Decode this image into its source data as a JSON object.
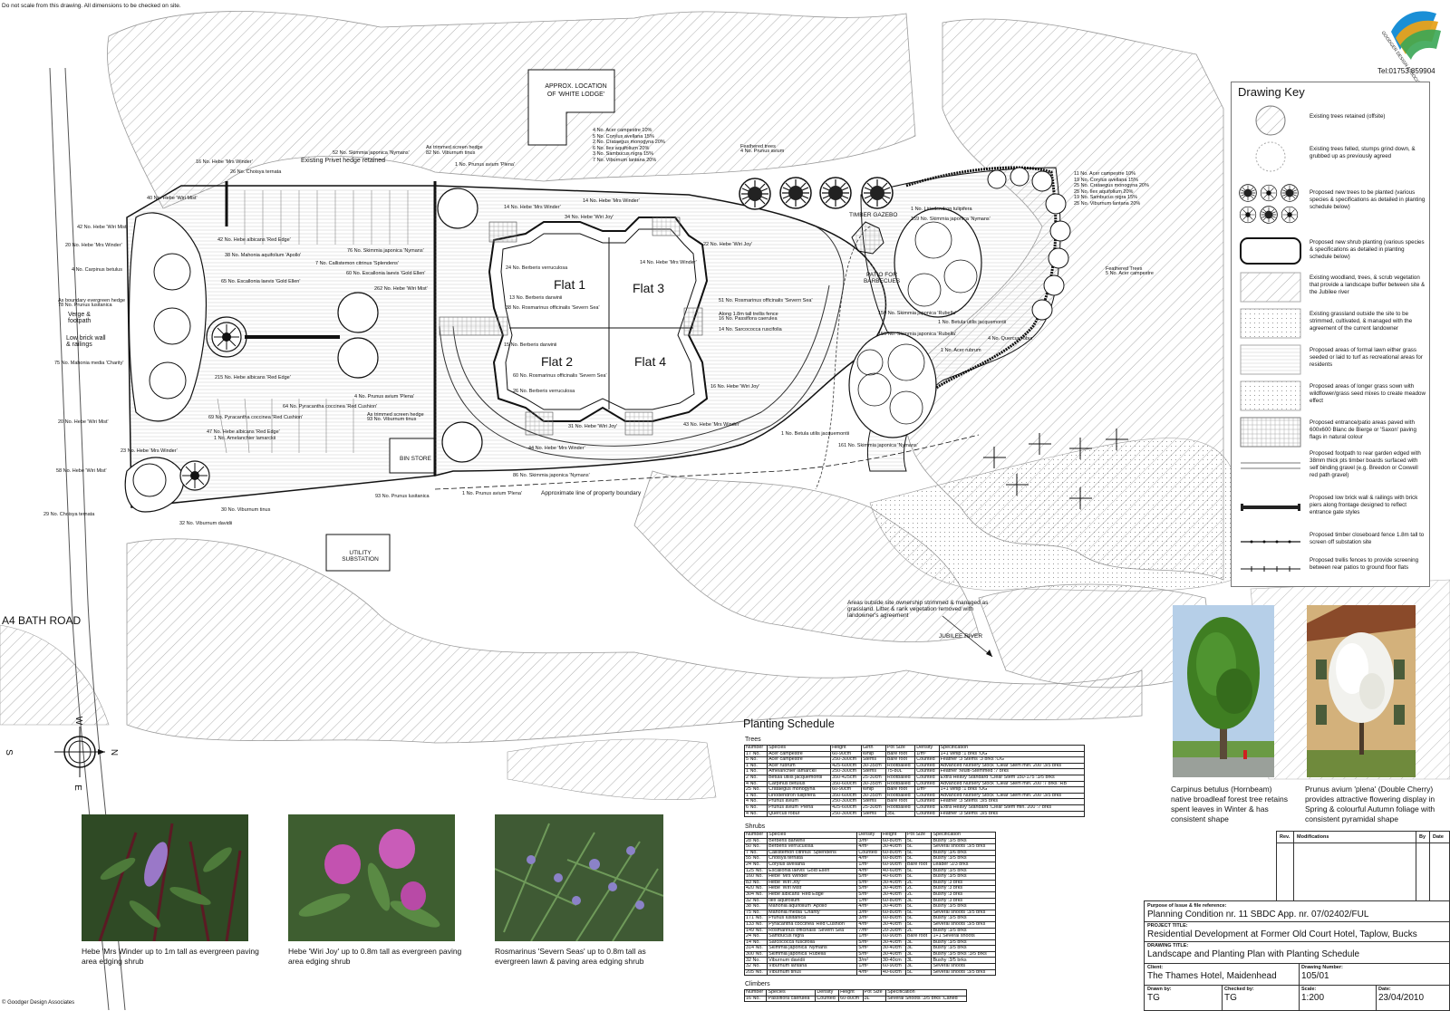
{
  "header": {
    "disclaimer": "Do not scale from this drawing. All dimensions to be checked on site.",
    "phone": "Tel:01753 859904",
    "logo_text": "GOODGER DESIGN ASSOCIATES",
    "copyright": "© Goodger Design Associates"
  },
  "plan": {
    "road": "A4 BATH ROAD",
    "white_lodge": "APPROX. LOCATION OF 'WHITE LODGE'",
    "privet": "Existing Privet hedge retained",
    "gazebo": "TIMBER GAZEBO",
    "patio": "PATIO FOR BARBECUES",
    "flat1": "Flat 1",
    "flat2": "Flat 2",
    "flat3": "Flat 3",
    "flat4": "Flat 4",
    "bin_store": "BIN STORE",
    "utility": "UTILITY SUBSTATION",
    "boundary": "Approximate line of property boundary",
    "verge": "Verge & footpath",
    "low_wall": "Low brick wall & railings",
    "areas_outside": "Areas outside site ownership strimmed & managed as grassland. Litter & rank vegetation removed with landowner's agreement",
    "jubilee": "JUBILEE RIVER",
    "labels": [
      "16 No. Hebe 'Mrs Winder'",
      "26 No. Choisya ternata",
      "52 No. Skimmia japonica 'Nymans'",
      "As trimmed screen hedge",
      "82 No. Viburnum tinus",
      "1 No. Prunus avium 'Plena'",
      "40 No. Hebe 'Wiri Mist'",
      "42 No. Hebe 'Wiri Mist'",
      "20 No. Hebe 'Mrs Winder'",
      "4 No. Carpinus betulus",
      "As boundary evergreen hedge",
      "78 No. Prunus lusitanica",
      "75 No. Mahonia media 'Charity'",
      "20 No. Hebe 'Wiri Mist'",
      "23 No. Hebe 'Mrs Winder'",
      "58 No. Hebe 'Wiri Mist'",
      "29 No. Choisya ternata",
      "32 No. Viburnum davidii",
      "30 No. Viburnum tinus",
      "93 No. Prunus lusitanica",
      "42 No. Hebe albicans 'Red Edge'",
      "38 No. Mahonia aquifolium 'Apollo'",
      "65 No. Escallonia laevis 'Gold Ellen'",
      "7 No. Callistemon citrinus 'Splendens'",
      "60 No. Escallonia laevis 'Gold Ellen'",
      "76 No. Skimmia japonica 'Nymans'",
      "262 No. Hebe 'Wiri Mist'",
      "215 No. Hebe albicans 'Red Edge'",
      "4 No. Prunus avium 'Plena'",
      "64 No. Pyracantha coccinea 'Red Cushion'",
      "69 No. Pyracantha coccinea 'Red Cushion'",
      "47 No. Hebe albicans 'Red Edge'",
      "1 No. Amelanchier lamarckii",
      "As trimmed screen hedge",
      "93 No. Viburnum tinus",
      "14 No. Hebe 'Mrs Winder'",
      "34 No. Hebe 'Wiri Joy'",
      "14 No. Hebe 'Mrs Winder'",
      "14 No. Hebe 'Mrs Winder'",
      "24 No. Berberis verruculosa",
      "13 No. Berberis darwinii",
      "38 No. Rosmarinus officinalis 'Severn Sea'",
      "22 No. Hebe 'Wiri Joy'",
      "51 No. Rosmarinus officinalis 'Severn Sea'",
      "Along 1.8m tall trellis fence",
      "16 No. Passiflora caerulea",
      "14 No. Sarcococca ruscifolia",
      "15 No. Berberis darwinii",
      "60 No. Rosmarinus officinalis 'Severn Sea'",
      "26 No. Berberis verruculosa",
      "16 No. Hebe 'Wiri Joy'",
      "31 No. Hebe 'Wiri Joy'",
      "43 No. Hebe 'Mrs Winder'",
      "44 No. Hebe 'Mrs Winder'",
      "86 No. Skimmia japonica 'Nymans'",
      "1 No. Prunus avium 'Plena'",
      "Feathered trees",
      "4 No. Prunus avium",
      "1 No. Liriodendron tulipifera",
      "159 No. Skimmia japonica 'Nymans'",
      "150 No. Skimmia japonica 'Rubella'",
      "1 No. Betula utilis jacquemontii",
      "150 No. Skimmia japonica 'Rubella'",
      "4 No. Quercus robur",
      "1 No. Acer rubrum",
      "1 No. Betula utilis jacquemontii",
      "161 No. Skimmia japonica 'Nymans'",
      "Feathered Trees",
      "5 No. Acer campestre"
    ],
    "mix_a": [
      "4 No. Acer campestre 10%",
      "5 No. Corylus avellana 15%",
      "2 No. Crataegus monogyna 20%",
      "6 No. Ilex aquifolium 20%",
      "3 No. Sambucus nigra 15%",
      "7 No. Viburnum lantana 20%"
    ],
    "mix_b": [
      "11 No. Acer campestre 10%",
      "19 No. Corylus avellana 15%",
      "25 No. Crataegus monogyna 20%",
      "25 No. Ilex aquifolium 20%",
      "19 No. Sambucus nigra 15%",
      "25 No. Viburnum lantana 20%"
    ],
    "compass": {
      "w": "W",
      "n": "N",
      "s": "S",
      "e": "E"
    }
  },
  "key": {
    "title": "Drawing Key",
    "items": [
      "Existing trees retained (offsite)",
      "Existing trees felled, stumps grind down, & grubbed up as previously agreed",
      "Proposed new trees to be planted (various species & specifications as detailed in planting schedule below)",
      "Proposed new shrub planting (various species & specifications as detailed in planting schedule below)",
      "Existing woodland, trees, & scrub vegetation that provide a landscape buffer between site & the Jubilee river",
      "Existing grassland outside the site to be strimmed, cultivated, & managed with the agreement of the current landowner",
      "Proposed areas of formal lawn either grass seeded or laid to turf as recreational areas for residents",
      "Proposed areas of longer grass sown with wildflower/grass seed mixes to create meadow effect",
      "Proposed entrance/patio areas paved with 600x600 Blanc de Bierge or 'Saxon' paving flags in natural colour",
      "Proposed footpath to rear garden edged with 38mm thick pts timber boards surfaced with self binding gravel (e.g. Breedon or Coxwell red path gravel)",
      "Proposed low brick wall & railings with brick piers along frontage designed to reflect entrance gate styles",
      "Proposed timber closeboard fence 1.8m tall to screen off substation site",
      "Proposed trellis fences to provide screening between rear patios to ground floor flats"
    ]
  },
  "schedule": {
    "title": "Planting Schedule",
    "trees_heading": "Trees",
    "tree_cols": [
      "Number",
      "Species",
      "Height",
      "Girth",
      "Pot Size",
      "Density",
      "Specification"
    ],
    "trees": [
      [
        "17 No.",
        "Acer campestre",
        "60-90cm",
        "Whip",
        "Bare root",
        "1/m²",
        "1+1 Whip :1 brks :OG"
      ],
      [
        "5 No.",
        "Acer campestre",
        "250-300cm",
        "Stems",
        "Bare root",
        "Counted",
        "Feather :3 Stems :3 brks :OG"
      ],
      [
        "1 No.",
        "Acer rubrum",
        "425-600cm",
        "30-35cm",
        "Rootballed",
        "Counted",
        "Advanced Nursery Stock :Clear Stem min. 200 :3/5 brks"
      ],
      [
        "1 No.",
        "Amelanchier lamarckii",
        "250-300cm",
        "Stems",
        "75-80L",
        "Counted",
        "Feather :Multi-Stemmed :7 brks"
      ],
      [
        "2 No.",
        "Betula utilis jacquemontii",
        "350-425cm",
        "25-30cm",
        "Rootballed",
        "Counted",
        "Extra Heavy Standard :Clear Stem 150-175 :3/5 brks"
      ],
      [
        "4 No.",
        "Carpinus betulus",
        "350-600cm",
        "30-35cm",
        "Rootballed",
        "Counted",
        "Advanced Nursery Stock :Clear Stem min. 200 :7 brks :RB"
      ],
      [
        "25 No.",
        "Crataegus monogyna",
        "60-90cm",
        "Whip",
        "Bare root",
        "1/m²",
        "1+1 Whip :1 brks :OG"
      ],
      [
        "1 No.",
        "Liriodendron tulipifera",
        "350-600cm",
        "30-35cm",
        "Rootballed",
        "Counted",
        "Advanced Nursery Stock :Clear Stem min. 200 :3/5 brks"
      ],
      [
        "4 No.",
        "Prunus avium",
        "250-300cm",
        "Stems",
        "Bare root",
        "Counted",
        "Feather :3 Stems :3/5 brks"
      ],
      [
        "6 No.",
        "Prunus avium 'Plena'",
        "425-600cm",
        "25-30cm",
        "Rootballed",
        "Counted",
        "Extra Heavy Standard :Clear Stem min. 200 :7 brks"
      ],
      [
        "4 No.",
        "Quercus robur",
        "250-300cm",
        "Stems",
        "35L",
        "Counted",
        "Feather :3 Stems :3/5 brks"
      ]
    ],
    "shrubs_heading": "Shrubs",
    "shrub_cols": [
      "Number",
      "Species",
      "Density",
      "Height",
      "Pot Size",
      "Specification"
    ],
    "shrubs": [
      [
        "28 No.",
        "Berberis darwinii",
        "3/m²",
        "60-80cm",
        "5L",
        "Bushy :3/5 brks"
      ],
      [
        "50 No.",
        "Berberis verruculosa",
        "4/m²",
        "30-40cm",
        "5L",
        "Several shoots :3/5 brks"
      ],
      [
        "7 No.",
        "Callistemon citrinus 'Splendens'",
        "Counted",
        "60-80cm",
        "5L",
        "Bushy :3/6 brks"
      ],
      [
        "55 No.",
        "Choisya ternata",
        "4/m²",
        "60-80cm",
        "5L",
        "Bushy :3/5 brks"
      ],
      [
        "24 No.",
        "Corylus avellana",
        "1/m²",
        "60-90cm",
        "Bare root",
        "Leader :2/3 brks"
      ],
      [
        "125 No.",
        "Escallonia laevis 'Gold Ellen'",
        "4/m²",
        "40-60cm",
        "5L",
        "Bushy :3/5 brks"
      ],
      [
        "160 No.",
        "Hebe 'Mrs Winder'",
        "5/m²",
        "40-60cm",
        "5L",
        "Bushy :3/5 brks"
      ],
      [
        "83 No.",
        "Hebe 'Wiri Joy'",
        "5/m²",
        "30-40cm",
        "2L",
        "Bushy :3 brks"
      ],
      [
        "420 No.",
        "Hebe 'Wiri Mist'",
        "5/m²",
        "30-40cm",
        "2L",
        "Bushy :3 brks"
      ],
      [
        "304 No.",
        "Hebe albicans 'Red Edge'",
        "5/m²",
        "30-40cm",
        "2L",
        "Bushy :3 brks"
      ],
      [
        "32 No.",
        "Ilex aquifolium",
        "1/m²",
        "60-80cm",
        "3L",
        "Bushy :3 brks"
      ],
      [
        "38 No.",
        "Mahonia aquifolium 'Apollo'",
        "4/m²",
        "30-40cm",
        "5L",
        "Bushy :3/5 brks"
      ],
      [
        "75 No.",
        "Mahonia media 'Charity'",
        "3/m²",
        "60-80cm",
        "5L",
        "Several shoots :3/5 brks"
      ],
      [
        "171 No.",
        "Prunus lusitanica",
        "3/m²",
        "60-80cm",
        "5L",
        "Bushy :3/5 brks"
      ],
      [
        "133 No.",
        "Pyracantha coccinea 'Red Cushion'",
        "4/m²",
        "30-40cm",
        "5L",
        "Several shoots :3/5 brks"
      ],
      [
        "149 No.",
        "Rosmarinus officinalis 'Severn Sea'",
        "7/m²",
        "20-30cm",
        "2L",
        "Bushy :3/5 brks"
      ],
      [
        "24 No.",
        "Sambucus nigra",
        "1/m²",
        "60-90cm",
        "Bare root",
        "1+1 Several shoots"
      ],
      [
        "14 No.",
        "Sarcococca ruscifolia",
        "5/m²",
        "30-40cm",
        "3L",
        "Bushy :3/5 brks"
      ],
      [
        "314 No.",
        "Skimmia japonica 'Nymans'",
        "5/m²",
        "30-40cm",
        "3L",
        "Bushy :3/5 brks"
      ],
      [
        "300 No.",
        "Skimmia japonica 'Rubella'",
        "5/m²",
        "30-40cm",
        "3L",
        "Bushy :3/5 brks :3/5 brks"
      ],
      [
        "32 No.",
        "Viburnum davidii",
        "3/m²",
        "30-40cm",
        "3L",
        "Bushy :3/5 brks"
      ],
      [
        "32 No.",
        "Viburnum lantana",
        "1/m²",
        "60-90cm",
        "3L",
        "Several shoots"
      ],
      [
        "205 No.",
        "Viburnum tinus",
        "4/m²",
        "40-60cm",
        "5L",
        "Several shoots :3/5 brks"
      ]
    ],
    "climbers_heading": "Climbers",
    "climber_cols": [
      "Number",
      "Species",
      "Density",
      "Height",
      "Pot Size",
      "Specification"
    ],
    "climbers": [
      [
        "16 No.",
        "Passiflora caerulea",
        "Counted",
        "60-80cm",
        "3L",
        "Several Shoots :3/5 brks :Caned"
      ]
    ]
  },
  "photos": {
    "hornbeam": "Carpinus betulus (Hornbeam) native broadleaf forest tree retains spent leaves in Winter & has consistent shape",
    "cherry": "Prunus avium 'plena' (Double Cherry) provides attractive flowering display in Spring & colourful Autumn foliage with consistent pyramidal shape",
    "hebe_mrs": "Hebe 'Mrs Winder up to 1m tall as evergreen paving area edging shrub",
    "hebe_wiri": "Hebe 'Wiri Joy' up to 0.8m tall as evergreen paving area edging shrub",
    "rosmarinus": "Rosmarinus 'Severn Seas' up to 0.8m tall as evergreen lawn & paving area edging shrub"
  },
  "title_block": {
    "rev": "Rev.",
    "modifications": "Modifications",
    "by": "By",
    "date": "Date",
    "purpose_label": "Purpose of Issue & file reference:",
    "purpose": "Planning Condition nr. 11 SBDC App. nr. 07/02402/FUL",
    "project_label": "PROJECT TITLE:",
    "project": "Residential Development at Former Old Court Hotel, Taplow, Bucks",
    "drawing_label": "DRAWING TITLE:",
    "drawing": "Landscape and Planting Plan with Planting Schedule",
    "client_label": "Client:",
    "client": "The Thames Hotel, Maidenhead",
    "drawing_no_label": "Drawing Number:",
    "drawing_no": "105/01",
    "drawn_label": "Drawn by:",
    "drawn": "TG",
    "checked_label": "Checked by:",
    "checked": "TG",
    "scale_label": "Scale:",
    "scale": "1:200",
    "date_label": "Date:",
    "date_val": "23/04/2010"
  },
  "colors": {
    "line": "#111111",
    "hatch": "#9a9a9a",
    "logo_a": "#1a8fd6",
    "logo_b": "#e8a21b",
    "logo_c": "#3aa655"
  }
}
